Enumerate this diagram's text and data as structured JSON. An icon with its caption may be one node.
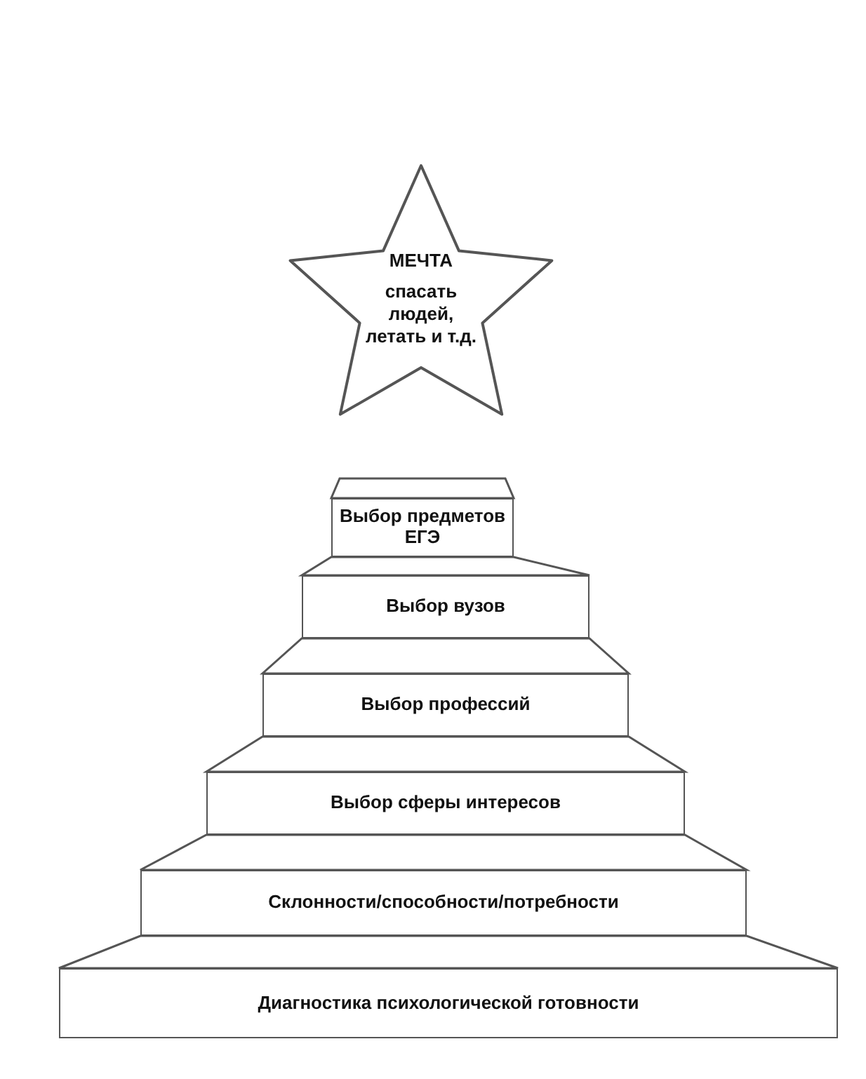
{
  "diagram": {
    "nodes": [
      {
        "text": [
          "МЕЧТА",
          "спасать людей, летать и т.д."
        ]
      },
      {
        "text": [
          "Выбор предметов ЕГЭ"
        ]
      },
      {
        "text": [
          "Выбор вузов"
        ]
      },
      {
        "text": [
          "Выбор профессий"
        ]
      },
      {
        "text": [
          "Выбор сферы интересов"
        ]
      },
      {
        "text": [
          "Склонности/способности/потребности"
        ]
      },
      {
        "text": [
          "Диагностика психологической готовности"
        ]
      }
    ]
  }
}
